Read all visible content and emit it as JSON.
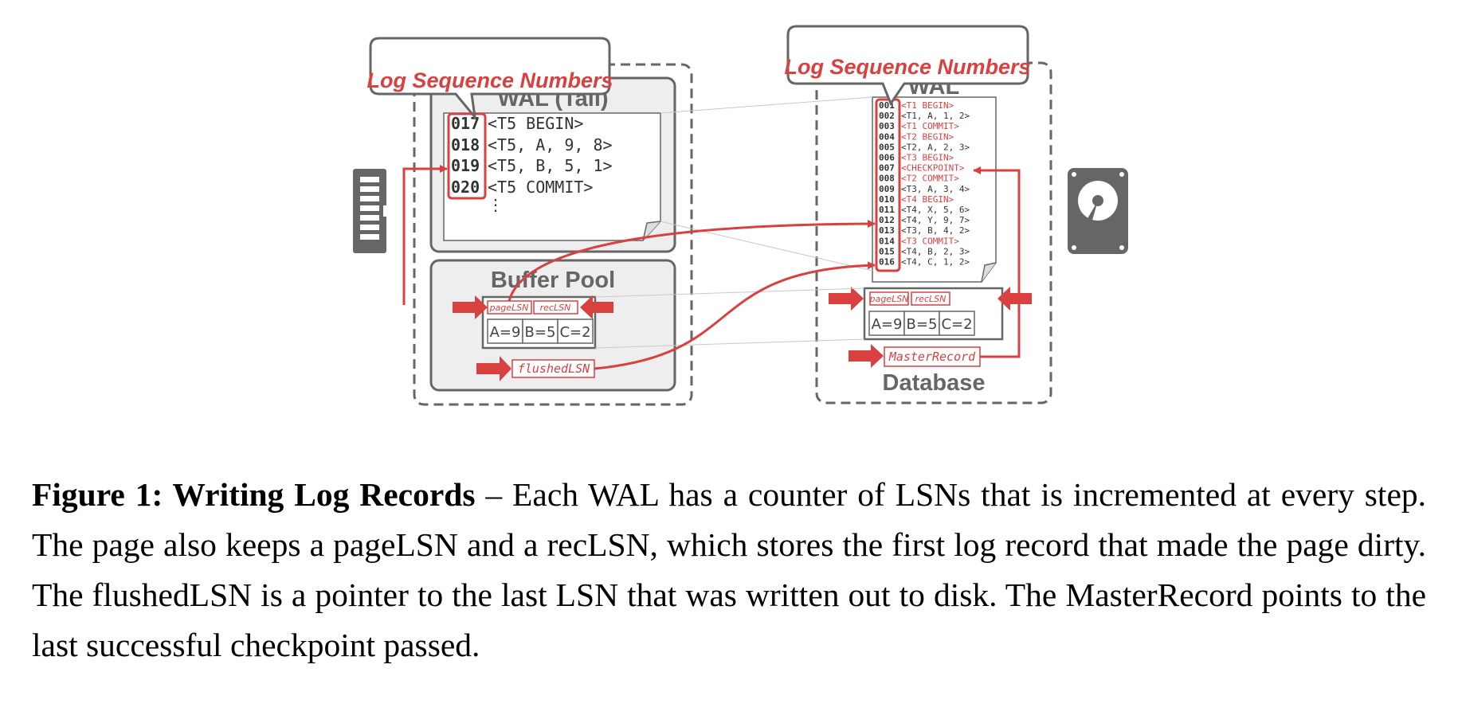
{
  "colors": {
    "accent": "#d94040",
    "gray": "#666666",
    "light_gray": "#eeeeee"
  },
  "left_panel": {
    "wal_title": "WAL (Tail)",
    "callout": "Log Sequence Numbers",
    "records": [
      {
        "lsn": "017",
        "text": "<T5 BEGIN>"
      },
      {
        "lsn": "018",
        "text": "<T5, A, 9, 8>"
      },
      {
        "lsn": "019",
        "text": "<T5, B, 5, 1>"
      },
      {
        "lsn": "020",
        "text": "<T5 COMMIT>"
      }
    ],
    "ellipsis": "⋮",
    "buffer_pool_title": "Buffer Pool",
    "page_lsn": "pageLSN",
    "rec_lsn": "recLSN",
    "cells": [
      "A=9",
      "B=5",
      "C=2"
    ],
    "flushed_lsn": "flushedLSN",
    "icon": "memory-chip-icon"
  },
  "right_panel": {
    "wal_title": "WAL",
    "callout": "Log Sequence Numbers",
    "records": [
      {
        "lsn": "001",
        "text": "<T1 BEGIN>"
      },
      {
        "lsn": "002",
        "text": "<T1, A, 1, 2>"
      },
      {
        "lsn": "003",
        "text": "<T1 COMMIT>"
      },
      {
        "lsn": "004",
        "text": "<T2 BEGIN>"
      },
      {
        "lsn": "005",
        "text": "<T2, A, 2, 3>"
      },
      {
        "lsn": "006",
        "text": "<T3 BEGIN>"
      },
      {
        "lsn": "007",
        "text": "<CHECKPOINT>"
      },
      {
        "lsn": "008",
        "text": "<T2 COMMIT>"
      },
      {
        "lsn": "009",
        "text": "<T3, A, 3, 4>"
      },
      {
        "lsn": "010",
        "text": "<T4 BEGIN>"
      },
      {
        "lsn": "011",
        "text": "<T4, X, 5, 6>"
      },
      {
        "lsn": "012",
        "text": "<T4, Y, 9, 7>"
      },
      {
        "lsn": "013",
        "text": "<T3, B, 4, 2>"
      },
      {
        "lsn": "014",
        "text": "<T3 COMMIT>"
      },
      {
        "lsn": "015",
        "text": "<T4, B, 2, 3>"
      },
      {
        "lsn": "016",
        "text": "<T4, C, 1, 2>"
      }
    ],
    "page_lsn": "pageLSN",
    "rec_lsn": "recLSN",
    "cells": [
      "A=9",
      "B=5",
      "C=2"
    ],
    "master_record": "MasterRecord",
    "database_title": "Database",
    "icon": "hard-disk-icon"
  },
  "caption": {
    "head": "Figure 1: Writing Log Records",
    "body": " – Each WAL has a counter of LSNs that is incremented at every step. The page also keeps a pageLSN and a recLSN, which stores the first log record that made the page dirty. The flushedLSN is a pointer to the last LSN that was written out to disk. The MasterRecord points to the last successful checkpoint passed."
  }
}
